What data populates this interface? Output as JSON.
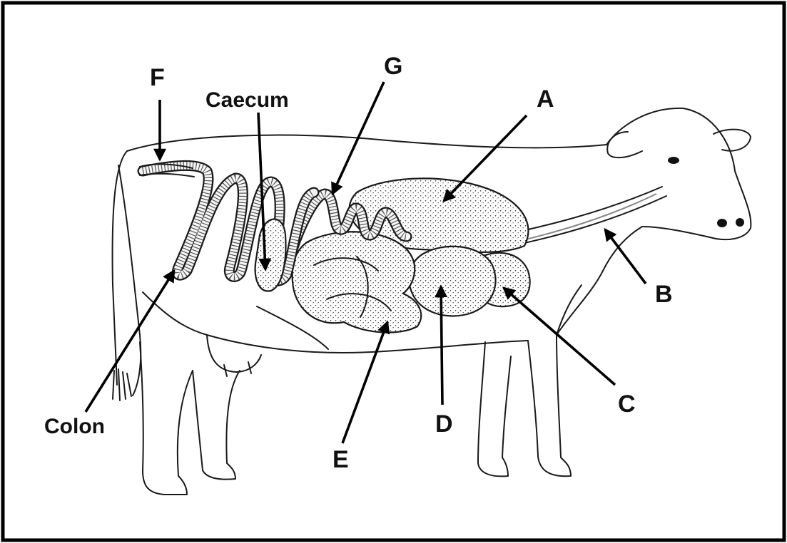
{
  "diagram": {
    "labels": {
      "a": "A",
      "b": "B",
      "c": "C",
      "d": "D",
      "e": "E",
      "f": "F",
      "g": "G",
      "caecum": "Caecum",
      "colon": "Colon"
    }
  }
}
